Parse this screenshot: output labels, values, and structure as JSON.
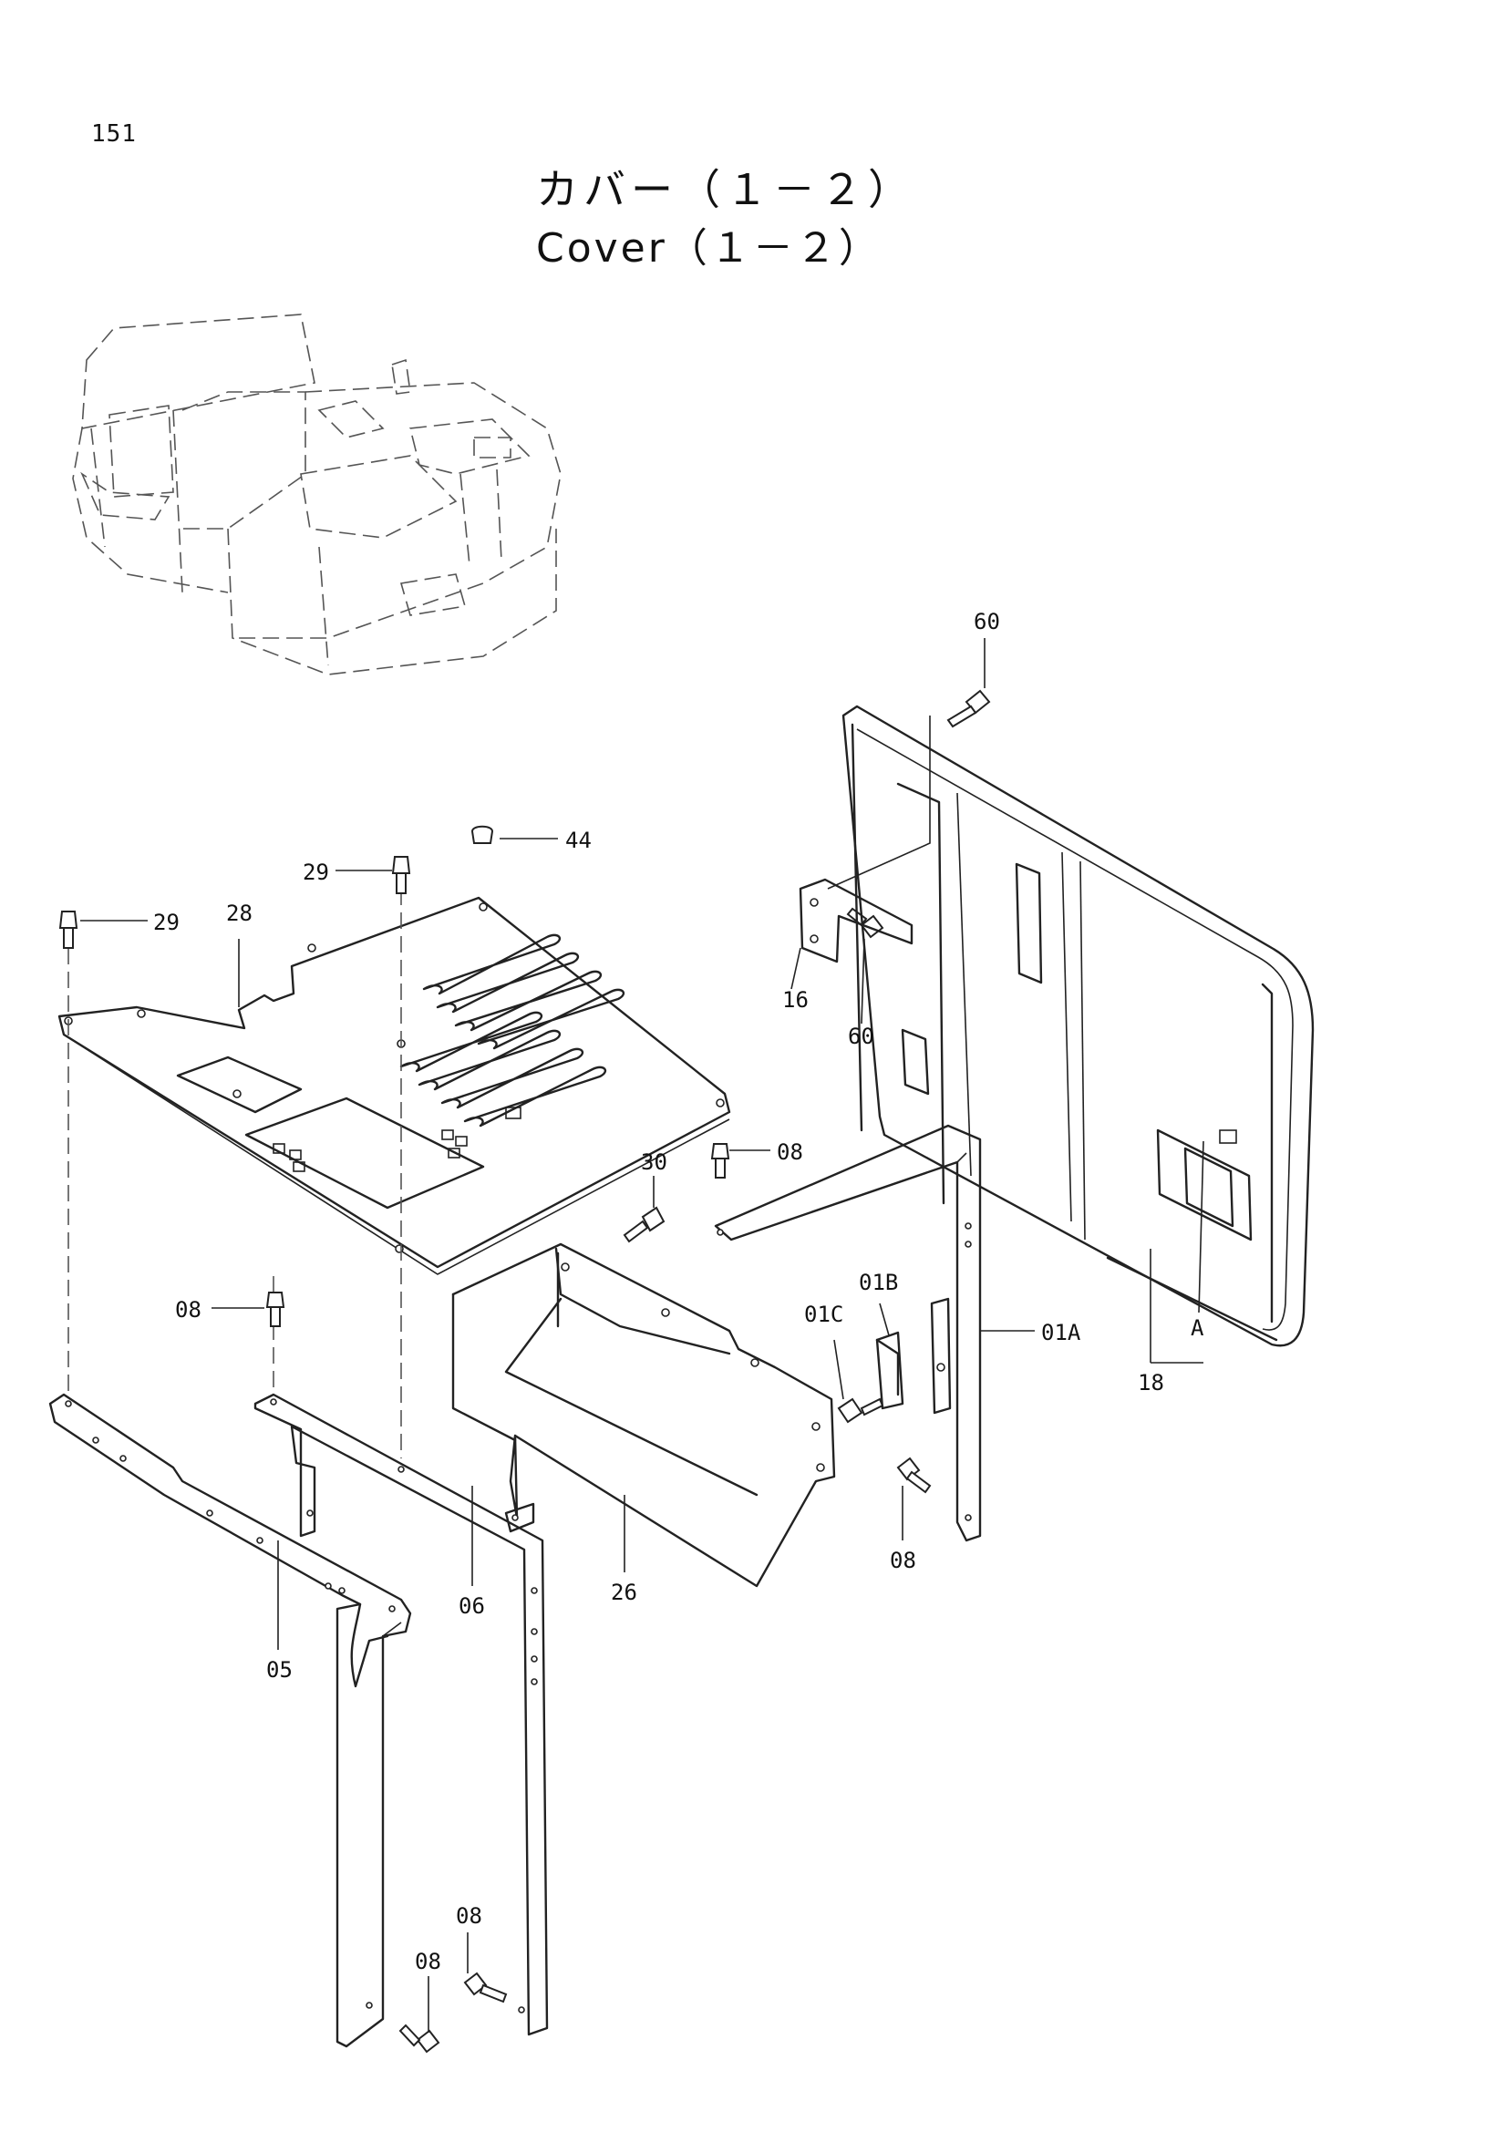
{
  "page_number": "151",
  "title_ja": "カバー（１－２）",
  "title_en": "Cover（１－２）",
  "callouts": {
    "c60a": "60",
    "c44": "44",
    "c29a": "29",
    "c29b": "29",
    "c28": "28",
    "c16": "16",
    "c60b": "60",
    "c08a": "08",
    "c30": "30",
    "c01b": "01B",
    "c01c": "01C",
    "c01a": "01A",
    "cA": "A",
    "c18": "18",
    "c08b": "08",
    "c08c": "08",
    "c26": "26",
    "c06": "06",
    "c05": "05",
    "c08d": "08",
    "c08e": "08"
  }
}
